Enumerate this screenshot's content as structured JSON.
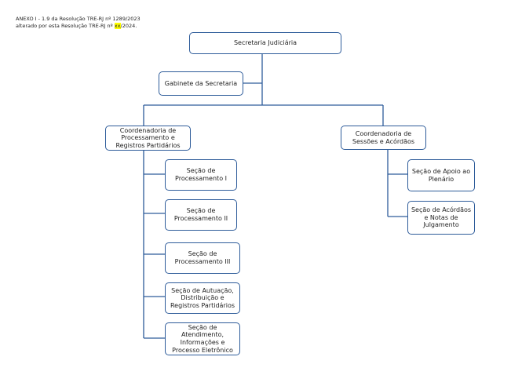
{
  "header": {
    "line1": "ANEXO I - 1.9 da Resolução TRE-RJ nº 1289/2023",
    "line2_before": "alterado por esta Resolução TRE-RJ nº ",
    "line2_highlight": "xx",
    "line2_after": "/2024."
  },
  "colors": {
    "box_border": "#2e5c9a",
    "connector": "#2e5c9a",
    "highlight": "#ffff00"
  },
  "org": {
    "root": "Secretaria Judiciária",
    "cabinet": "Gabinete da Secretaria",
    "coord_left": "Coordenadoria de Processamento e Registros Partidários",
    "coord_right": "Coordenadoria de Sessões e Acórdãos",
    "left_sections": [
      "Seção de Processamento I",
      "Seção de Processamento II",
      "Seção de Processamento III",
      "Seção de Autuação, Distribuição e Registros Partidários",
      "Seção de Atendimento, Informações e Processo Eletrônico"
    ],
    "right_sections": [
      "Seção de Apoio ao Plenário",
      "Seção de Acórdãos e Notas de Julgamento"
    ]
  }
}
